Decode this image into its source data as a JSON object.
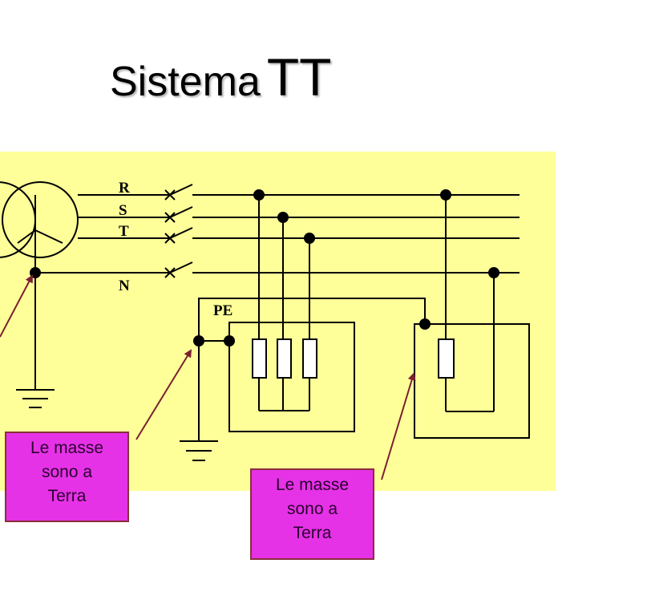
{
  "title": {
    "part1": "Sistema",
    "part2": "TT"
  },
  "diagram": {
    "lines": {
      "r": "R",
      "s": "S",
      "t": "T",
      "n": "N"
    },
    "pe_label": "PE"
  },
  "callouts": [
    {
      "lines": [
        "Le masse",
        "sono a",
        "Terra"
      ]
    },
    {
      "lines": [
        "Le masse",
        "sono a",
        "Terra"
      ]
    }
  ],
  "colors": {
    "panel_background": "#ffff99",
    "callout_fill": "#e632e6",
    "callout_border": "#8a2e3a",
    "arrow": "#7a2030",
    "wire": "#000000"
  }
}
